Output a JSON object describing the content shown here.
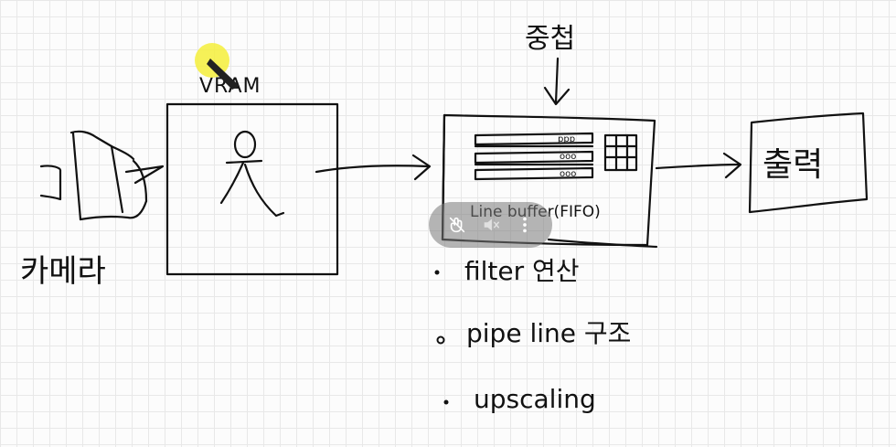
{
  "labels": {
    "camera": "카메라",
    "vram": "VRAM",
    "overlay": "중첩",
    "line_buffer": "Line buffer(FIFO)",
    "output": "출력"
  },
  "bullets": [
    "filter 연산",
    "pipe line 구조",
    "upscaling"
  ],
  "toolbar": {
    "icons": [
      "no-touch-icon",
      "speaker-muted-icon",
      "more-options-icon"
    ]
  },
  "colors": {
    "ink": "#111111",
    "highlighter": "#f4ee3b",
    "grid": "#e8e8e8",
    "toolbar_bg": "#787878"
  }
}
